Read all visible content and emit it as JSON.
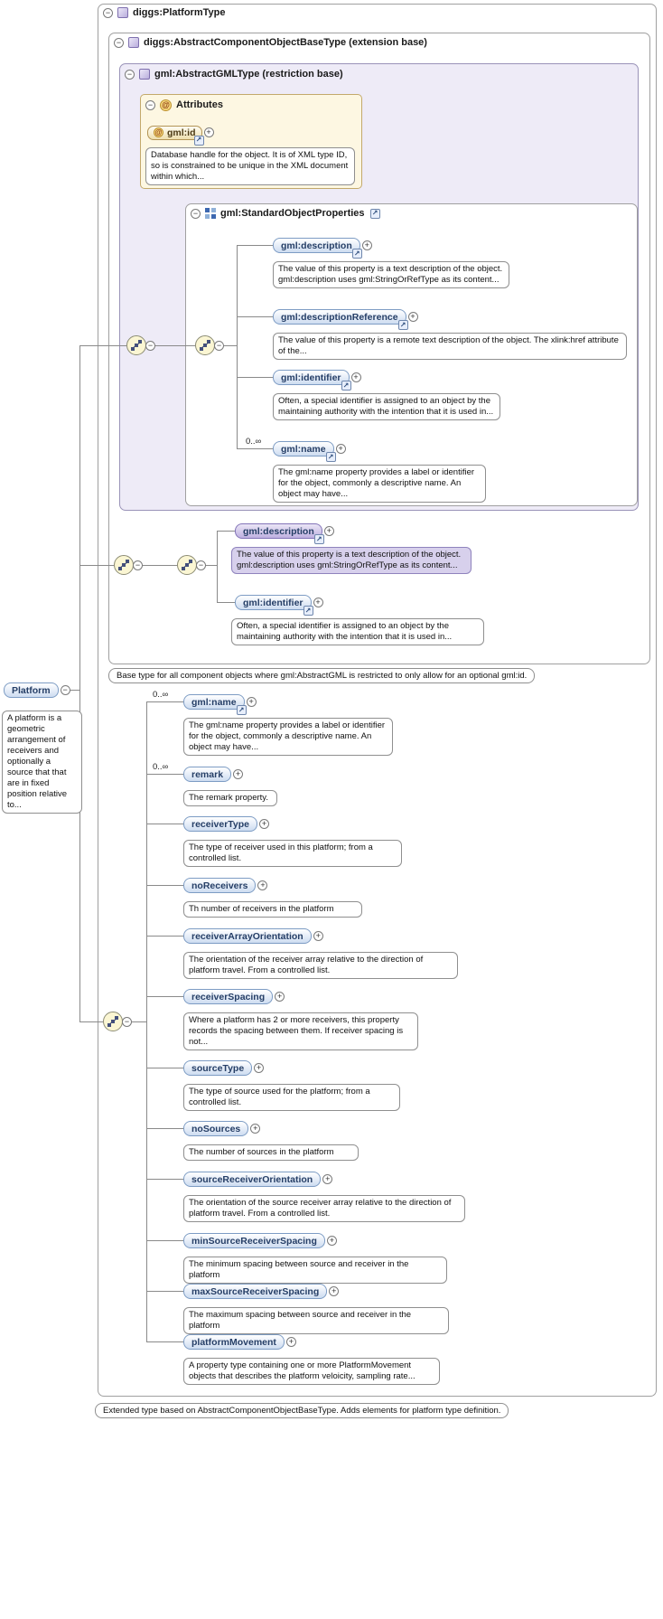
{
  "icons": {
    "collapse": "−",
    "expand": "+",
    "link": "↗",
    "attribute": "@"
  },
  "colors": {
    "element_border": "#7d9cc4",
    "element_fill": "#cddcf1",
    "highlight_fill": "#beb0e0",
    "restriction_bg": "#eeebf7",
    "attributes_bg": "#fdf7e2",
    "compositor_bg": "#fbf6d3"
  },
  "diagram": {
    "root_type": {
      "title": "diggs:PlatformType"
    },
    "extension_base": {
      "title": "diggs:AbstractComponentObjectBaseType (extension base)"
    },
    "restriction_base": {
      "title": "gml:AbstractGMLType (restriction base)"
    },
    "attributes_section": {
      "title": "Attributes",
      "attribute": {
        "label": "gml:id",
        "annotation": "Database handle for the object. It is of XML type ID, so is constrained to be unique in the XML document within which..."
      }
    },
    "standard_group": {
      "title": "gml:StandardObjectProperties",
      "elements": [
        {
          "label": "gml:description",
          "annotation": "The value of this property is a text description of the object. gml:description uses gml:StringOrRefType as its content..."
        },
        {
          "label": "gml:descriptionReference",
          "annotation": "The value of this property is a remote text description of the object. The xlink:href attribute of the..."
        },
        {
          "label": "gml:identifier",
          "annotation": "Often, a special identifier is assigned to an object by the maintaining authority with the intention that it is used in..."
        },
        {
          "label": "gml:name",
          "cardinality": "0..∞",
          "annotation": "The gml:name property provides a label or identifier for the object, commonly a descriptive name. An object may have..."
        }
      ]
    },
    "restricted_elements": [
      {
        "label": "gml:description",
        "annotation": "The value of this property is a text description of the object. gml:description uses gml:StringOrRefType as its content..."
      },
      {
        "label": "gml:identifier",
        "annotation": "Often, a special identifier is assigned to an object by the maintaining authority with the intention that it is used in..."
      }
    ],
    "base_caption": "Base type for all component objects where gml:AbstractGML is restricted to only allow for an optional gml:id.",
    "platform_element": {
      "label": "Platform",
      "annotation": "A platform is a geometric arrangement of receivers and optionally a source that that are in fixed position relative to..."
    },
    "platform_children": [
      {
        "label": "gml:name",
        "cardinality": "0..∞",
        "annotation": "The gml:name property provides a label or identifier for the object, commonly a descriptive name. An object may have..."
      },
      {
        "label": "remark",
        "cardinality": "0..∞",
        "annotation": "The remark property."
      },
      {
        "label": "receiverType",
        "annotation": "The type of receiver used in this platform; from a controlled list."
      },
      {
        "label": "noReceivers",
        "annotation": "Th number of receivers in the platform"
      },
      {
        "label": "receiverArrayOrientation",
        "annotation": "The orientation of the receiver array relative to the direction of platform travel. From a controlled list."
      },
      {
        "label": "receiverSpacing",
        "annotation": "Where a platform has 2 or more receivers, this property records the spacing between them. If receiver spacing is not..."
      },
      {
        "label": "sourceType",
        "annotation": "The type of source used for the platform; from a controlled list."
      },
      {
        "label": "noSources",
        "annotation": "The number of sources in the platform"
      },
      {
        "label": "sourceReceiverOrientation",
        "annotation": "The orientation of the source receiver array relative to the direction of platform travel. From a controlled list."
      },
      {
        "label": "minSourceReceiverSpacing",
        "annotation": "The minimum spacing between source and receiver in the platform"
      },
      {
        "label": "maxSourceReceiverSpacing",
        "annotation": "The maximum spacing between source and receiver in the platform"
      },
      {
        "label": "platformMovement",
        "annotation": "A property type containing one or more PlatformMovement objects that describes the platform veloicity, sampling rate..."
      }
    ],
    "footer_caption": "Extended type based on AbstractComponentObjectBaseType. Adds elements for platform type definition."
  }
}
